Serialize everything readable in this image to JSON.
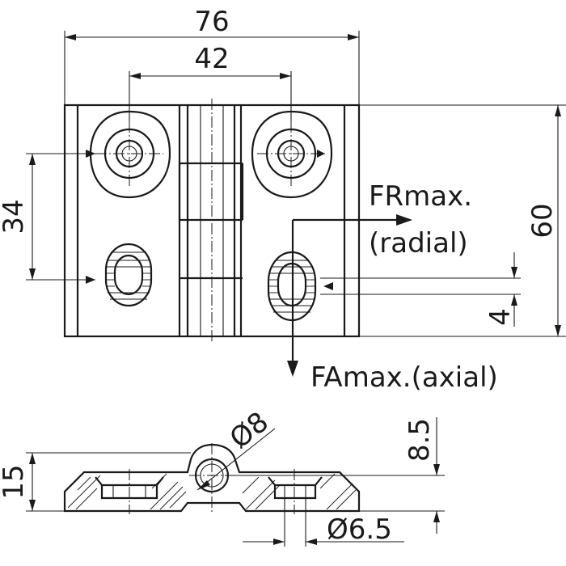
{
  "dimensions": {
    "overall_width": "76",
    "hole_spacing": "42",
    "vertical_spacing": "34",
    "overall_height": "60",
    "slot_offset": "4",
    "pin_diameter": "Ø8",
    "knuckle_height": "8.5",
    "thickness": "15",
    "hole_diameter": "Ø6.5"
  },
  "forces": {
    "radial_name": "FRmax.",
    "radial_note": "(radial)",
    "axial_label": "FAmax.(axial)"
  }
}
